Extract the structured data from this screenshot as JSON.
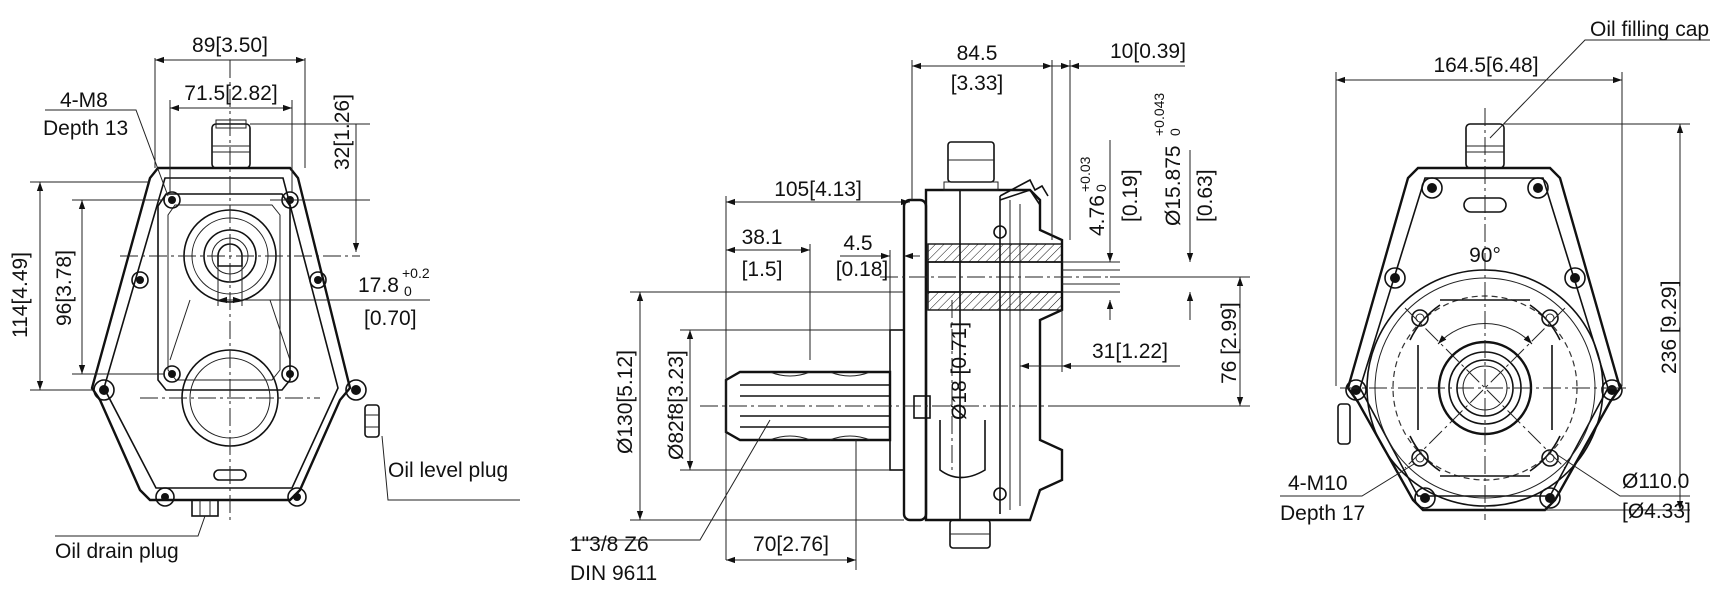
{
  "drawing": {
    "views": {
      "left": {
        "dims": {
          "top_width": "89[3.50]",
          "bolt_spacing": "71.5[2.82]",
          "cap_height": "32[1.26]",
          "total_height": "114[4.49]",
          "hole_spacing": "96[3.78]",
          "key_width_main": "17.8",
          "key_width_tol_upper": "+0.2",
          "key_width_tol_lower": "0",
          "key_width_in": "[0.70]"
        },
        "labels": {
          "bolt_thread": "4-M8",
          "bolt_depth": "Depth 13",
          "oil_level_plug": "Oil level plug",
          "oil_drain_plug": "Oil drain plug"
        }
      },
      "middle": {
        "dims": {
          "flange_width_mm": "84.5",
          "flange_width_in": "[3.33]",
          "shaft_offset": "10[0.39]",
          "key_main": "4.76",
          "key_tol_upper": "+0.03",
          "key_tol_lower": "0",
          "key_in": "[0.19]",
          "bore_main": "Ø15.875",
          "bore_tol_upper": "+0.043",
          "bore_tol_lower": "0",
          "bore_in": "[0.63]",
          "overall_length": "105[4.13]",
          "spline_to_face_mm": "38.1",
          "spline_to_face_in": "[1.5]",
          "spigot_depth_mm": "4.5",
          "spigot_depth_in": "[0.18]",
          "shaft_dia": "Ø18 [0.71]",
          "bore_depth": "31[1.22]",
          "shaft_height": "76 [2.99]",
          "flange_dia": "Ø130[5.12]",
          "spigot_dia": "Ø82f8[3.23]",
          "spline_length": "70[2.76]"
        },
        "labels": {
          "spline_spec_1": "1\"3/8 Z6",
          "spline_spec_2": "DIN 9611"
        }
      },
      "right": {
        "dims": {
          "width": "164.5[6.48]",
          "height": "236 [9.29]",
          "angle": "90°",
          "bolt_circle_mm": "Ø110.0",
          "bolt_circle_in": "[Ø4.33]"
        },
        "labels": {
          "oil_filling_cap": "Oil filling cap",
          "bolt_thread": "4-M10",
          "bolt_depth": "Depth 17"
        }
      }
    }
  }
}
